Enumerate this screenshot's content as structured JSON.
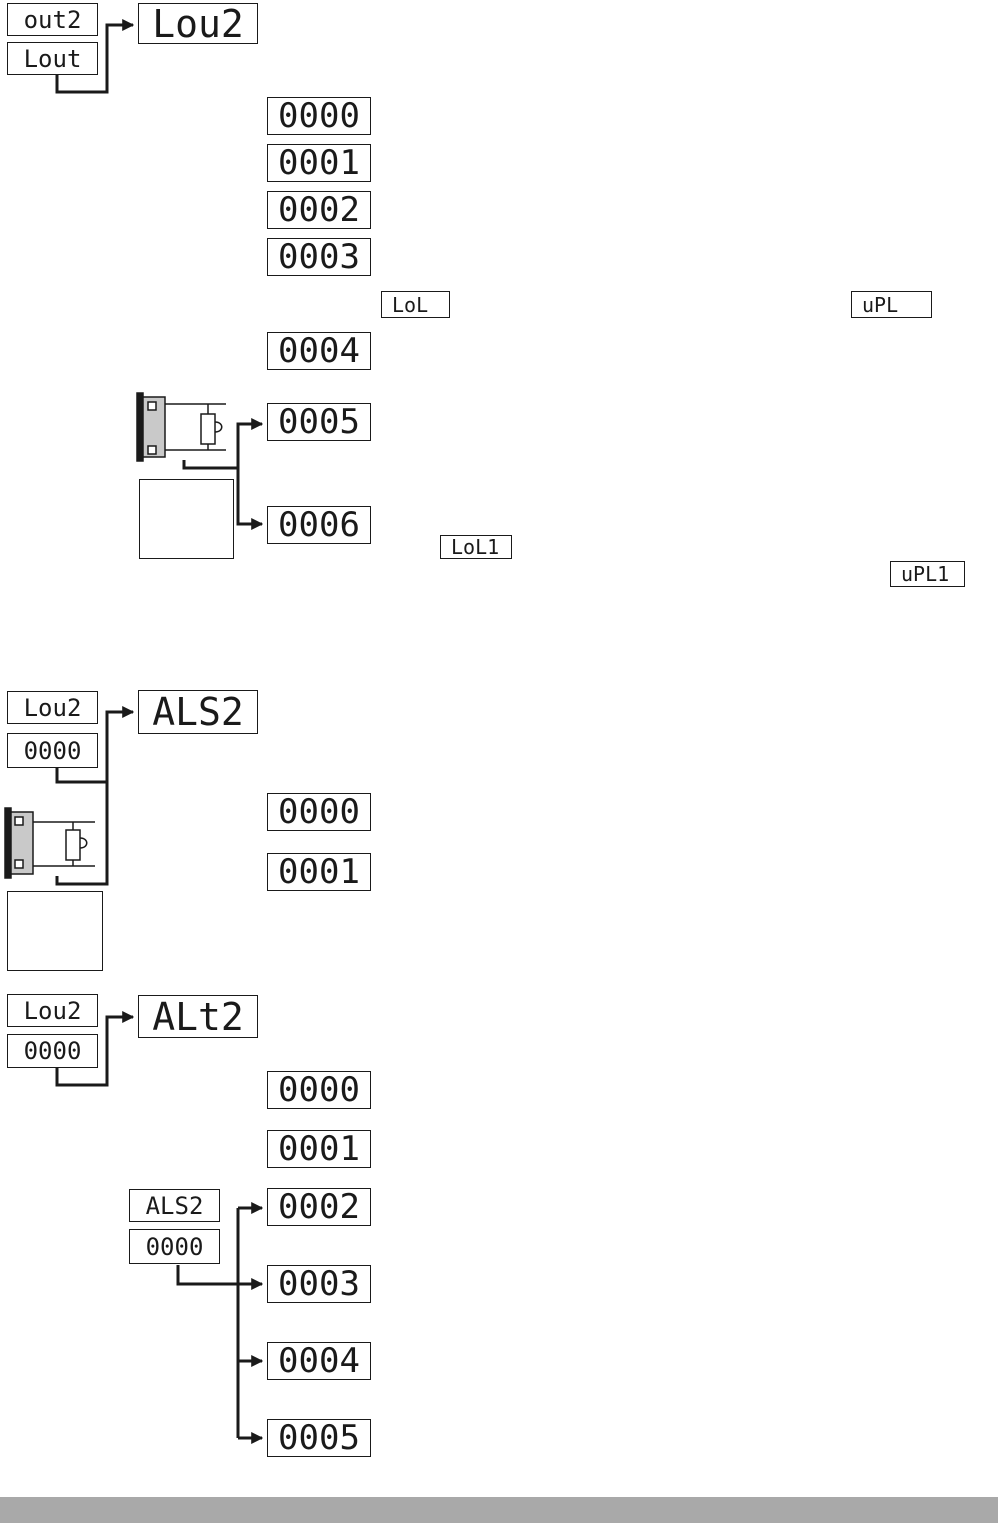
{
  "colors": {
    "ink": "#1a1a1a",
    "footer_bar": "#a9a9a9",
    "device_panel": "#c9c9c9"
  },
  "section1": {
    "menu_current": "out2",
    "menu_previous": "Lout",
    "parameter": "Lou2",
    "options": [
      "0000",
      "0001",
      "0002",
      "0003",
      "0004",
      "0005",
      "0006"
    ],
    "range_low": "LoL",
    "range_high": "uPL",
    "range_low_1": "LoL1",
    "range_high_1": "uPL1"
  },
  "section2": {
    "menu_current": "Lou2",
    "menu_value": "0000",
    "parameter": "ALS2",
    "options": [
      "0000",
      "0001"
    ]
  },
  "section3": {
    "menu_current": "Lou2",
    "menu_value": "0000",
    "parameter": "ALt2",
    "condition_param": "ALS2",
    "condition_value": "0000",
    "options": [
      "0000",
      "0001",
      "0002",
      "0003",
      "0004",
      "0005"
    ]
  }
}
